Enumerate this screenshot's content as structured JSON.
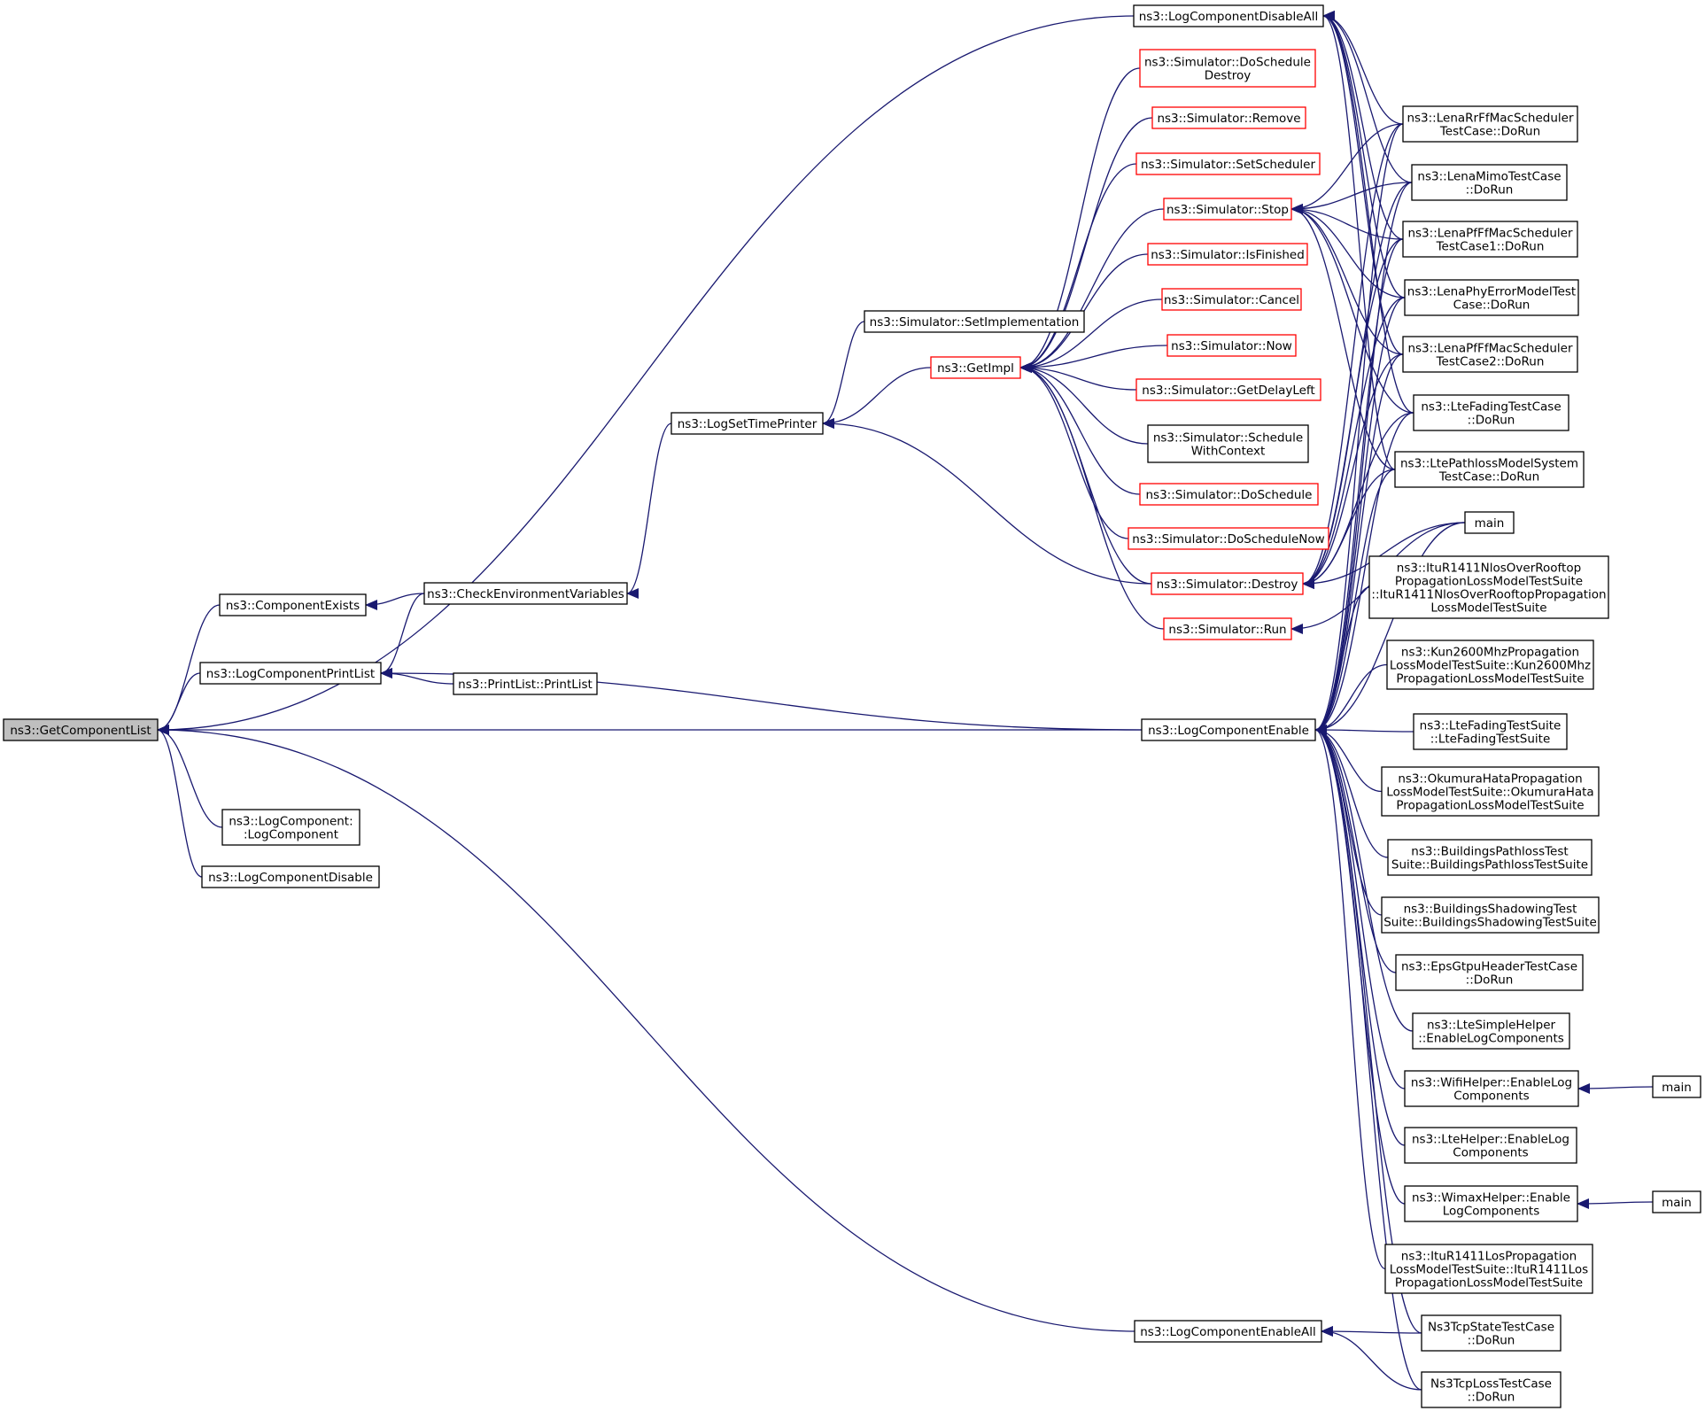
{
  "graph": {
    "edge_color": "#191970",
    "root_fill": "#bfbfbf",
    "truncated_border": "#ff0000",
    "normal_border": "#000000",
    "nodes": [
      {
        "id": "getcomponentlist",
        "lines": [
          "ns3::GetComponentList"
        ],
        "style": "root"
      },
      {
        "id": "componentexists",
        "lines": [
          "ns3::ComponentExists"
        ],
        "style": "black"
      },
      {
        "id": "logcomponentprintlist",
        "lines": [
          "ns3::LogComponentPrintList"
        ],
        "style": "black"
      },
      {
        "id": "logcomponent-ctor",
        "lines": [
          "ns3::LogComponent:",
          ":LogComponent"
        ],
        "style": "black"
      },
      {
        "id": "logcomponentdisable",
        "lines": [
          "ns3::LogComponentDisable"
        ],
        "style": "black"
      },
      {
        "id": "checkenvironmentvariables",
        "lines": [
          "ns3::CheckEnvironmentVariables"
        ],
        "style": "black"
      },
      {
        "id": "printlist",
        "lines": [
          "ns3::PrintList::PrintList"
        ],
        "style": "black"
      },
      {
        "id": "logsettimeprinter",
        "lines": [
          "ns3::LogSetTimePrinter"
        ],
        "style": "black"
      },
      {
        "id": "setimplementation",
        "lines": [
          "ns3::Simulator::SetImplementation"
        ],
        "style": "black"
      },
      {
        "id": "getimpl",
        "lines": [
          "ns3::GetImpl"
        ],
        "style": "red"
      },
      {
        "id": "doscheduledestroy",
        "lines": [
          "ns3::Simulator::DoSchedule",
          "Destroy"
        ],
        "style": "red"
      },
      {
        "id": "remove",
        "lines": [
          "ns3::Simulator::Remove"
        ],
        "style": "red"
      },
      {
        "id": "setscheduler",
        "lines": [
          "ns3::Simulator::SetScheduler"
        ],
        "style": "red"
      },
      {
        "id": "stop",
        "lines": [
          "ns3::Simulator::Stop"
        ],
        "style": "red"
      },
      {
        "id": "isfinished",
        "lines": [
          "ns3::Simulator::IsFinished"
        ],
        "style": "red"
      },
      {
        "id": "cancel",
        "lines": [
          "ns3::Simulator::Cancel"
        ],
        "style": "red"
      },
      {
        "id": "now",
        "lines": [
          "ns3::Simulator::Now"
        ],
        "style": "red"
      },
      {
        "id": "getdelayleft",
        "lines": [
          "ns3::Simulator::GetDelayLeft"
        ],
        "style": "red"
      },
      {
        "id": "schedulewithcontext",
        "lines": [
          "ns3::Simulator::Schedule",
          "WithContext"
        ],
        "style": "black"
      },
      {
        "id": "doschedule",
        "lines": [
          "ns3::Simulator::DoSchedule"
        ],
        "style": "red"
      },
      {
        "id": "doschedulenow",
        "lines": [
          "ns3::Simulator::DoScheduleNow"
        ],
        "style": "red"
      },
      {
        "id": "destroy",
        "lines": [
          "ns3::Simulator::Destroy"
        ],
        "style": "red"
      },
      {
        "id": "run",
        "lines": [
          "ns3::Simulator::Run"
        ],
        "style": "red"
      },
      {
        "id": "logcomponentdisableall",
        "lines": [
          "ns3::LogComponentDisableAll"
        ],
        "style": "black"
      },
      {
        "id": "logcomponentenable",
        "lines": [
          "ns3::LogComponentEnable"
        ],
        "style": "black"
      },
      {
        "id": "logcomponentenableall",
        "lines": [
          "ns3::LogComponentEnableAll"
        ],
        "style": "black"
      },
      {
        "id": "lenarrff",
        "lines": [
          "ns3::LenaRrFfMacScheduler",
          "TestCase::DoRun"
        ],
        "style": "black"
      },
      {
        "id": "lenamimo",
        "lines": [
          "ns3::LenaMimoTestCase",
          "::DoRun"
        ],
        "style": "black"
      },
      {
        "id": "lenapfff1",
        "lines": [
          "ns3::LenaPfFfMacScheduler",
          "TestCase1::DoRun"
        ],
        "style": "black"
      },
      {
        "id": "lenaphyerror",
        "lines": [
          "ns3::LenaPhyErrorModelTest",
          "Case::DoRun"
        ],
        "style": "black"
      },
      {
        "id": "lenapfff2",
        "lines": [
          "ns3::LenaPfFfMacScheduler",
          "TestCase2::DoRun"
        ],
        "style": "black"
      },
      {
        "id": "ltefadingtestcase",
        "lines": [
          "ns3::LteFadingTestCase",
          "::DoRun"
        ],
        "style": "black"
      },
      {
        "id": "ltepathloss",
        "lines": [
          "ns3::LtePathlossModelSystem",
          "TestCase::DoRun"
        ],
        "style": "black"
      },
      {
        "id": "main1",
        "lines": [
          "main"
        ],
        "style": "black"
      },
      {
        "id": "itur1411nlos",
        "lines": [
          "ns3::ItuR1411NlosOverRooftop",
          "PropagationLossModelTestSuite",
          "::ItuR1411NlosOverRooftopPropagation",
          "LossModelTestSuite"
        ],
        "style": "black"
      },
      {
        "id": "kun2600",
        "lines": [
          "ns3::Kun2600MhzPropagation",
          "LossModelTestSuite::Kun2600Mhz",
          "PropagationLossModelTestSuite"
        ],
        "style": "black"
      },
      {
        "id": "ltefadingtestsuite",
        "lines": [
          "ns3::LteFadingTestSuite",
          "::LteFadingTestSuite"
        ],
        "style": "black"
      },
      {
        "id": "okumurahata",
        "lines": [
          "ns3::OkumuraHataPropagation",
          "LossModelTestSuite::OkumuraHata",
          "PropagationLossModelTestSuite"
        ],
        "style": "black"
      },
      {
        "id": "buildingspathloss",
        "lines": [
          "ns3::BuildingsPathlossTest",
          "Suite::BuildingsPathlossTestSuite"
        ],
        "style": "black"
      },
      {
        "id": "buildingsshadowing",
        "lines": [
          "ns3::BuildingsShadowingTest",
          "Suite::BuildingsShadowingTestSuite"
        ],
        "style": "black"
      },
      {
        "id": "epsgtpu",
        "lines": [
          "ns3::EpsGtpuHeaderTestCase",
          "::DoRun"
        ],
        "style": "black"
      },
      {
        "id": "ltesimplehelper",
        "lines": [
          "ns3::LteSimpleHelper",
          "::EnableLogComponents"
        ],
        "style": "black"
      },
      {
        "id": "wifihelper",
        "lines": [
          "ns3::WifiHelper::EnableLog",
          "Components"
        ],
        "style": "black"
      },
      {
        "id": "ltehelper",
        "lines": [
          "ns3::LteHelper::EnableLog",
          "Components"
        ],
        "style": "black"
      },
      {
        "id": "wimaxhelper",
        "lines": [
          "ns3::WimaxHelper::Enable",
          "LogComponents"
        ],
        "style": "black"
      },
      {
        "id": "itur1411los",
        "lines": [
          "ns3::ItuR1411LosPropagation",
          "LossModelTestSuite::ItuR1411Los",
          "PropagationLossModelTestSuite"
        ],
        "style": "black"
      },
      {
        "id": "ns3tcpstate",
        "lines": [
          "Ns3TcpStateTestCase",
          "::DoRun"
        ],
        "style": "black"
      },
      {
        "id": "ns3tcploss",
        "lines": [
          "Ns3TcpLossTestCase",
          "::DoRun"
        ],
        "style": "black"
      },
      {
        "id": "main2",
        "lines": [
          "main"
        ],
        "style": "black"
      },
      {
        "id": "main3",
        "lines": [
          "main"
        ],
        "style": "black"
      }
    ],
    "edges": [
      {
        "from": "componentexists",
        "to": "getcomponentlist"
      },
      {
        "from": "logcomponentprintlist",
        "to": "getcomponentlist"
      },
      {
        "from": "logcomponent-ctor",
        "to": "getcomponentlist"
      },
      {
        "from": "logcomponentdisable",
        "to": "getcomponentlist"
      },
      {
        "from": "logcomponentdisableall",
        "to": "getcomponentlist"
      },
      {
        "from": "logcomponentenable",
        "to": "getcomponentlist"
      },
      {
        "from": "logcomponentenableall",
        "to": "getcomponentlist"
      },
      {
        "from": "checkenvironmentvariables",
        "to": "componentexists"
      },
      {
        "from": "checkenvironmentvariables",
        "to": "logcomponentprintlist"
      },
      {
        "from": "printlist",
        "to": "logcomponentprintlist"
      },
      {
        "from": "logcomponentenable",
        "to": "logcomponentprintlist"
      },
      {
        "from": "logsettimeprinter",
        "to": "checkenvironmentvariables"
      },
      {
        "from": "setimplementation",
        "to": "logsettimeprinter"
      },
      {
        "from": "getimpl",
        "to": "logsettimeprinter"
      },
      {
        "from": "destroy",
        "to": "logsettimeprinter"
      },
      {
        "from": "doscheduledestroy",
        "to": "getimpl"
      },
      {
        "from": "remove",
        "to": "getimpl"
      },
      {
        "from": "setscheduler",
        "to": "getimpl"
      },
      {
        "from": "stop",
        "to": "getimpl"
      },
      {
        "from": "isfinished",
        "to": "getimpl"
      },
      {
        "from": "cancel",
        "to": "getimpl"
      },
      {
        "from": "now",
        "to": "getimpl"
      },
      {
        "from": "getdelayleft",
        "to": "getimpl"
      },
      {
        "from": "schedulewithcontext",
        "to": "getimpl"
      },
      {
        "from": "doschedule",
        "to": "getimpl"
      },
      {
        "from": "doschedulenow",
        "to": "getimpl"
      },
      {
        "from": "destroy",
        "to": "getimpl"
      },
      {
        "from": "run",
        "to": "getimpl"
      },
      {
        "from": "lenarrff",
        "to": "logcomponentdisableall"
      },
      {
        "from": "lenamimo",
        "to": "logcomponentdisableall"
      },
      {
        "from": "lenapfff1",
        "to": "logcomponentdisableall"
      },
      {
        "from": "lenaphyerror",
        "to": "logcomponentdisableall"
      },
      {
        "from": "lenapfff2",
        "to": "logcomponentdisableall"
      },
      {
        "from": "ltefadingtestcase",
        "to": "logcomponentdisableall"
      },
      {
        "from": "ltepathloss",
        "to": "logcomponentdisableall"
      },
      {
        "from": "lenarrff",
        "to": "stop"
      },
      {
        "from": "lenamimo",
        "to": "stop"
      },
      {
        "from": "lenapfff1",
        "to": "stop"
      },
      {
        "from": "lenaphyerror",
        "to": "stop"
      },
      {
        "from": "lenapfff2",
        "to": "stop"
      },
      {
        "from": "ltefadingtestcase",
        "to": "stop"
      },
      {
        "from": "ltepathloss",
        "to": "stop"
      },
      {
        "from": "lenarrff",
        "to": "destroy"
      },
      {
        "from": "lenamimo",
        "to": "destroy"
      },
      {
        "from": "lenapfff1",
        "to": "destroy"
      },
      {
        "from": "lenaphyerror",
        "to": "destroy"
      },
      {
        "from": "lenapfff2",
        "to": "destroy"
      },
      {
        "from": "ltefadingtestcase",
        "to": "destroy"
      },
      {
        "from": "ltepathloss",
        "to": "destroy"
      },
      {
        "from": "main1",
        "to": "destroy"
      },
      {
        "from": "main1",
        "to": "run"
      },
      {
        "from": "lenarrff",
        "to": "logcomponentenable"
      },
      {
        "from": "lenamimo",
        "to": "logcomponentenable"
      },
      {
        "from": "lenapfff1",
        "to": "logcomponentenable"
      },
      {
        "from": "lenaphyerror",
        "to": "logcomponentenable"
      },
      {
        "from": "lenapfff2",
        "to": "logcomponentenable"
      },
      {
        "from": "ltefadingtestcase",
        "to": "logcomponentenable"
      },
      {
        "from": "ltepathloss",
        "to": "logcomponentenable"
      },
      {
        "from": "main1",
        "to": "logcomponentenable"
      },
      {
        "from": "itur1411nlos",
        "to": "logcomponentenable"
      },
      {
        "from": "kun2600",
        "to": "logcomponentenable"
      },
      {
        "from": "ltefadingtestsuite",
        "to": "logcomponentenable"
      },
      {
        "from": "okumurahata",
        "to": "logcomponentenable"
      },
      {
        "from": "buildingspathloss",
        "to": "logcomponentenable"
      },
      {
        "from": "buildingsshadowing",
        "to": "logcomponentenable"
      },
      {
        "from": "epsgtpu",
        "to": "logcomponentenable"
      },
      {
        "from": "ltesimplehelper",
        "to": "logcomponentenable"
      },
      {
        "from": "wifihelper",
        "to": "logcomponentenable"
      },
      {
        "from": "ltehelper",
        "to": "logcomponentenable"
      },
      {
        "from": "wimaxhelper",
        "to": "logcomponentenable"
      },
      {
        "from": "itur1411los",
        "to": "logcomponentenable"
      },
      {
        "from": "ns3tcpstate",
        "to": "logcomponentenable"
      },
      {
        "from": "ns3tcploss",
        "to": "logcomponentenable"
      },
      {
        "from": "ns3tcpstate",
        "to": "logcomponentenableall"
      },
      {
        "from": "ns3tcploss",
        "to": "logcomponentenableall"
      },
      {
        "from": "main2",
        "to": "wifihelper"
      },
      {
        "from": "main3",
        "to": "wimaxhelper"
      }
    ]
  }
}
